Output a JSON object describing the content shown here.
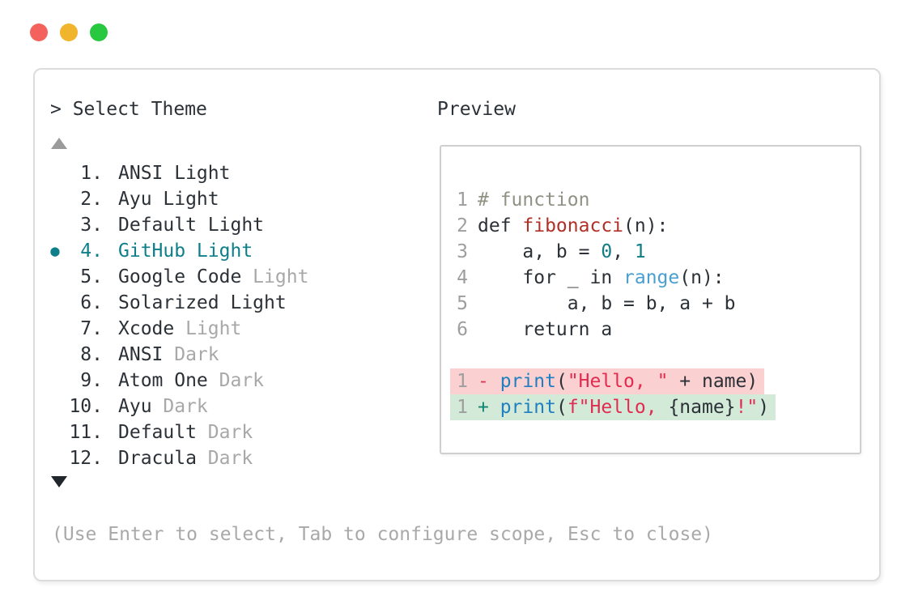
{
  "window": {
    "traffic_lights": [
      {
        "name": "close",
        "color": "#f4625d"
      },
      {
        "name": "minimize",
        "color": "#f1b42d"
      },
      {
        "name": "zoom",
        "color": "#28c840"
      }
    ]
  },
  "prompt": {
    "text": "> Select Theme"
  },
  "scroll": {
    "up_indicator": "up-triangle",
    "down_indicator": "down-triangle"
  },
  "theme_list": {
    "selected_number": "4.",
    "selected_bullet": "●",
    "items": [
      {
        "number": "1.",
        "selected": false,
        "segments": [
          {
            "text": "ANSI Light",
            "style": "normal"
          }
        ]
      },
      {
        "number": "2.",
        "selected": false,
        "segments": [
          {
            "text": "Ayu Light",
            "style": "normal"
          }
        ]
      },
      {
        "number": "3.",
        "selected": false,
        "segments": [
          {
            "text": "Default Light",
            "style": "normal"
          }
        ]
      },
      {
        "number": "4.",
        "selected": true,
        "segments": [
          {
            "text": "GitHub Light",
            "style": "normal"
          }
        ]
      },
      {
        "number": "5.",
        "selected": false,
        "segments": [
          {
            "text": "Google Code",
            "style": "normal"
          },
          {
            "text": " Light",
            "style": "muted"
          }
        ]
      },
      {
        "number": "6.",
        "selected": false,
        "segments": [
          {
            "text": "Solarized Light",
            "style": "normal"
          }
        ]
      },
      {
        "number": "7.",
        "selected": false,
        "segments": [
          {
            "text": "Xcode",
            "style": "normal"
          },
          {
            "text": " Light",
            "style": "muted"
          }
        ]
      },
      {
        "number": "8.",
        "selected": false,
        "segments": [
          {
            "text": "ANSI",
            "style": "normal"
          },
          {
            "text": " Dark",
            "style": "muted"
          }
        ]
      },
      {
        "number": "9.",
        "selected": false,
        "segments": [
          {
            "text": "Atom One",
            "style": "normal"
          },
          {
            "text": " Dark",
            "style": "muted"
          }
        ]
      },
      {
        "number": "10.",
        "selected": false,
        "segments": [
          {
            "text": "Ayu",
            "style": "normal"
          },
          {
            "text": " Dark",
            "style": "muted"
          }
        ]
      },
      {
        "number": "11.",
        "selected": false,
        "segments": [
          {
            "text": "Default",
            "style": "normal"
          },
          {
            "text": " Dark",
            "style": "muted"
          }
        ]
      },
      {
        "number": "12.",
        "selected": false,
        "segments": [
          {
            "text": "Dracula",
            "style": "normal"
          },
          {
            "text": " Dark",
            "style": "muted"
          }
        ]
      }
    ]
  },
  "preview": {
    "label": "Preview",
    "code_lines": [
      {
        "number": "1",
        "segments": [
          {
            "text": "# function",
            "style": "comment"
          }
        ]
      },
      {
        "number": "2",
        "segments": [
          {
            "text": "def ",
            "style": "fg"
          },
          {
            "text": "fibonacci",
            "style": "func"
          },
          {
            "text": "(n):",
            "style": "fg"
          }
        ]
      },
      {
        "number": "3",
        "segments": [
          {
            "text": "    a, b = ",
            "style": "fg"
          },
          {
            "text": "0",
            "style": "num"
          },
          {
            "text": ", ",
            "style": "fg"
          },
          {
            "text": "1",
            "style": "num"
          }
        ]
      },
      {
        "number": "4",
        "segments": [
          {
            "text": "    for _ in ",
            "style": "fg"
          },
          {
            "text": "range",
            "style": "builtin"
          },
          {
            "text": "(n):",
            "style": "fg"
          }
        ]
      },
      {
        "number": "5",
        "segments": [
          {
            "text": "        a, b = b, a + b",
            "style": "fg"
          }
        ]
      },
      {
        "number": "6",
        "segments": [
          {
            "text": "    return a",
            "style": "fg"
          }
        ]
      }
    ],
    "diff_lines": [
      {
        "number": "1",
        "kind": "removed",
        "segments": [
          {
            "text": "- ",
            "style": "minus"
          },
          {
            "text": "print",
            "style": "print"
          },
          {
            "text": "(",
            "style": "fg"
          },
          {
            "text": "\"Hello, \"",
            "style": "string"
          },
          {
            "text": " + name)",
            "style": "fg"
          }
        ]
      },
      {
        "number": "1",
        "kind": "added",
        "segments": [
          {
            "text": "+ ",
            "style": "plus"
          },
          {
            "text": "print",
            "style": "print"
          },
          {
            "text": "(",
            "style": "fg"
          },
          {
            "text": "f\"Hello, ",
            "style": "string"
          },
          {
            "text": "{name}",
            "style": "fg"
          },
          {
            "text": "!\"",
            "style": "string"
          },
          {
            "text": ")",
            "style": "fg"
          }
        ]
      }
    ]
  },
  "footer": {
    "hint": "(Use Enter to select, Tab to configure scope, Esc to close)"
  },
  "colors": {
    "text": "#2b3137",
    "muted": "#a8a8a8",
    "selected_teal": "#0e7f8a",
    "comment": "#8f9383",
    "function_red": "#b03028",
    "number_teal": "#0f7b85",
    "builtin_blue": "#4a9fd2",
    "print_blue": "#1f7fc0",
    "string_red": "#e22b50",
    "diff_removed_bg": "#fad0d0",
    "diff_added_bg": "#d3ead9",
    "panel_border": "#dcdcdc"
  }
}
